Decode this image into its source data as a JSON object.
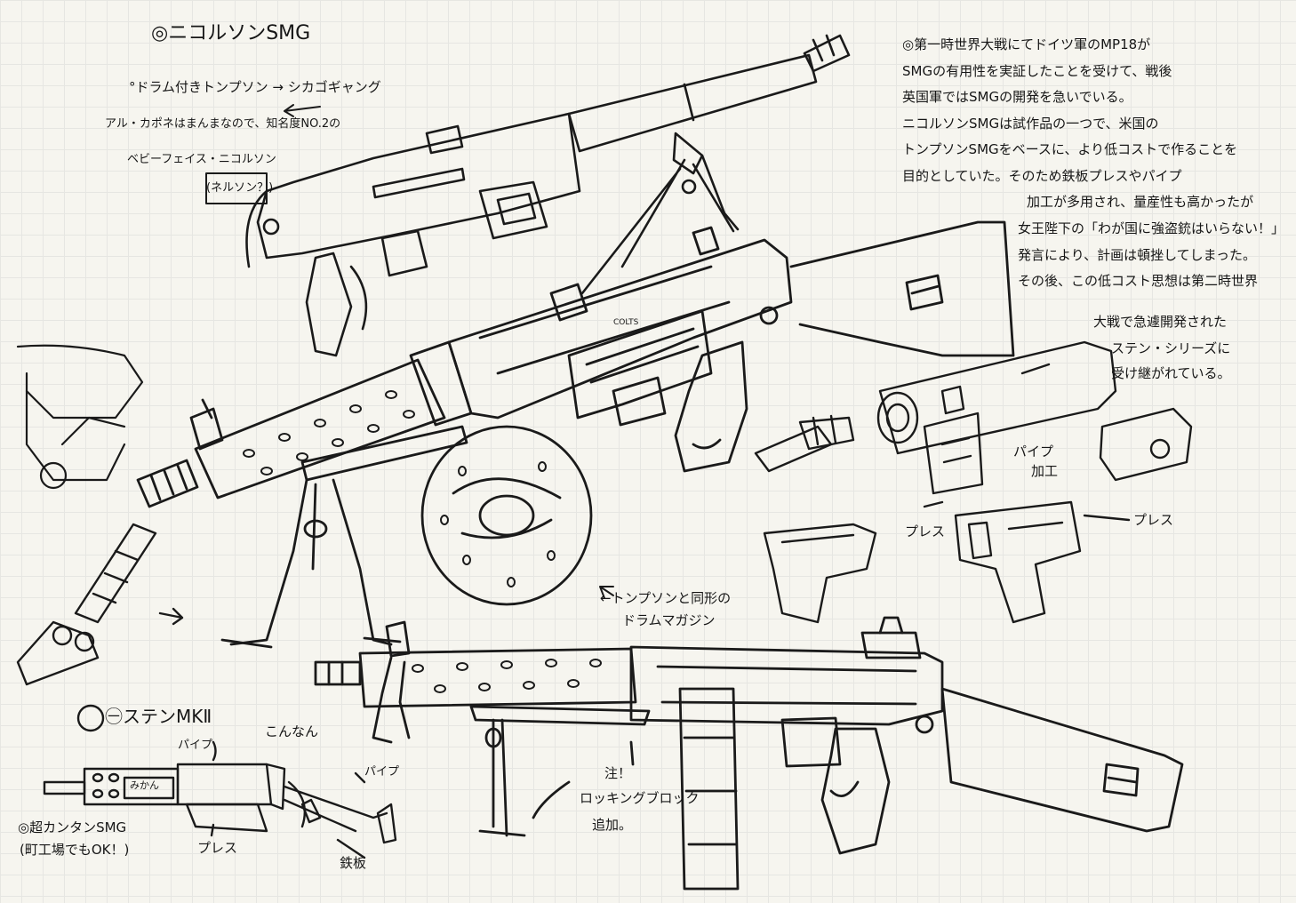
{
  "sheet": {
    "paper_color": "#f6f5ef",
    "grid_color": "#e6e6e2",
    "ink_color": "#1a1a1a"
  },
  "labels": {
    "title_nicholson": "◎ニコルソンSMG",
    "drum_thompson": "°ドラム付きトンプソン → シカゴギャング",
    "capone_line1": "アル・カポネはまんまなので、知名度NO.2の",
    "capone_line2": "ベビーフェイス・ニコルソン",
    "nelson": "(ネルソン？)",
    "drum_mag_line1": "←トンプソンと同形の",
    "drum_mag_line2": "ドラムマガジン",
    "pipe_process_1": "パイプ",
    "pipe_process_2": "加工",
    "press_a": "プレス",
    "press_b": "プレス",
    "sten_title": "㊀ステンMKⅡ",
    "konnan": "こんなん",
    "pipe_a": "パイプ",
    "pipe_b": "パイプ",
    "super_simple_1": "◎超カンタンSMG",
    "super_simple_2": "(町工場でもOK！)",
    "press_c": "プレス",
    "tetsuban": "鉄板",
    "mag_label": "みかん",
    "note_1": "注！",
    "note_2": "ロッキングブロック",
    "note_3": "追加。",
    "stamp": "COLTS"
  },
  "description_lines": [
    "◎第一時世界大戦にてドイツ軍のMP18が",
    "SMGの有用性を実証したことを受けて、戦後",
    "英国軍ではSMGの開発を急いでいる。",
    "ニコルソンSMGは試作品の一つで、米国の",
    "トンプソンSMGをベースに、より低コストで作ることを",
    "目的としていた。そのため鉄板プレスやパイプ",
    "加工が多用され、量産性も高かったが",
    "女王陛下の「わが国に強盗銃はいらない！」",
    "発言により、計画は頓挫してしまった。",
    "その後、この低コスト思想は第二時世界",
    "大戦で急遽開発された",
    "ステン・シリーズに",
    "受け継がれている。"
  ]
}
